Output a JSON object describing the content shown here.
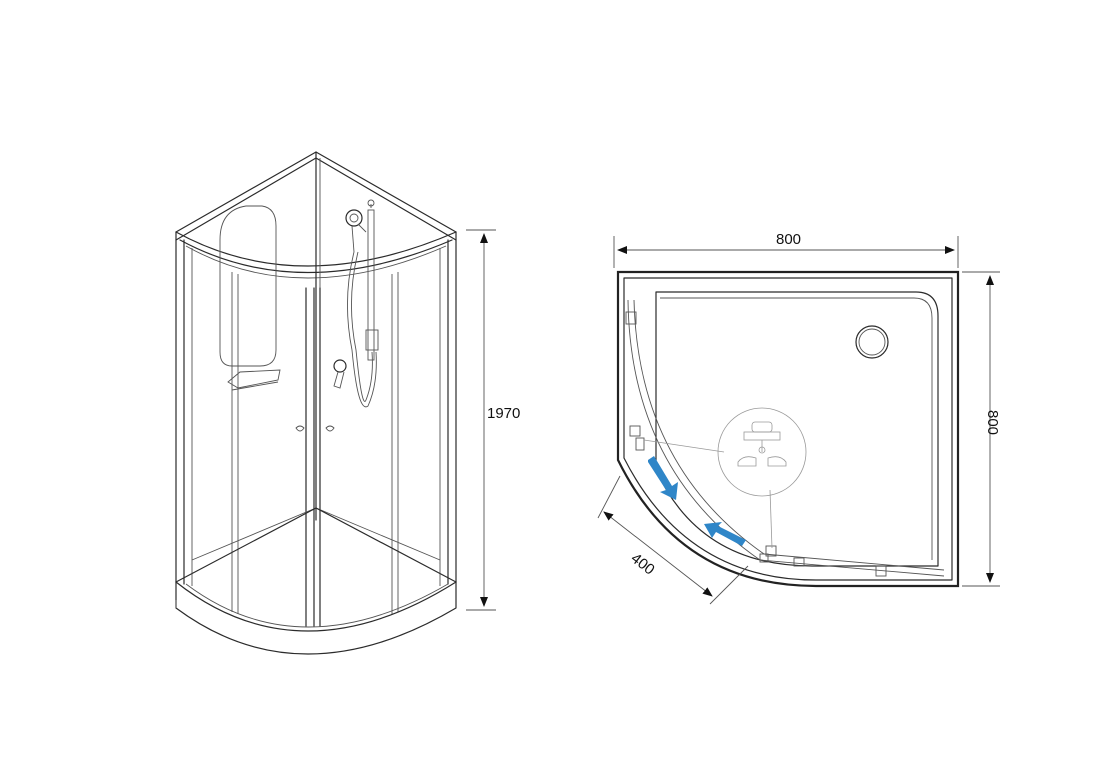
{
  "dimensions": {
    "height": "1970",
    "width": "800",
    "depth": "800",
    "door": "400"
  },
  "colors": {
    "line": "#2b2b2b",
    "arrow": "#2f86c8",
    "background": "#ffffff"
  },
  "icons": {
    "flow_arrow": "blue-arrow-icon",
    "roller_detail": "roller-detail-icon",
    "drain": "drain-icon"
  }
}
